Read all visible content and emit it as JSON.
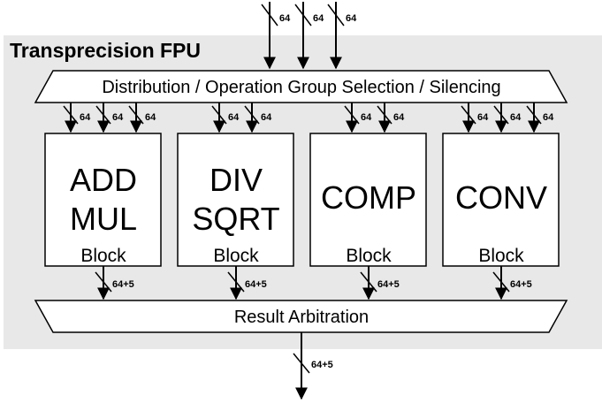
{
  "title": "Transprecision FPU",
  "distribution_label": "Distribution / Operation Group Selection / Silencing",
  "arbitration_label": "Result Arbitration",
  "blocks": [
    {
      "line1": "ADD",
      "line2": "MUL",
      "subtitle": "Block"
    },
    {
      "line1": "DIV",
      "line2": "SQRT",
      "subtitle": "Block"
    },
    {
      "line1": "COMP",
      "line2": "",
      "subtitle": "Block"
    },
    {
      "line1": "CONV",
      "line2": "",
      "subtitle": "Block"
    }
  ],
  "bus_widths": {
    "input": "64",
    "block_input": "64",
    "block_output": "64+5",
    "output": "64+5"
  },
  "colors": {
    "fpu_background": "#e8e8e8",
    "block_fill": "#ffffff",
    "stroke": "#000000"
  }
}
